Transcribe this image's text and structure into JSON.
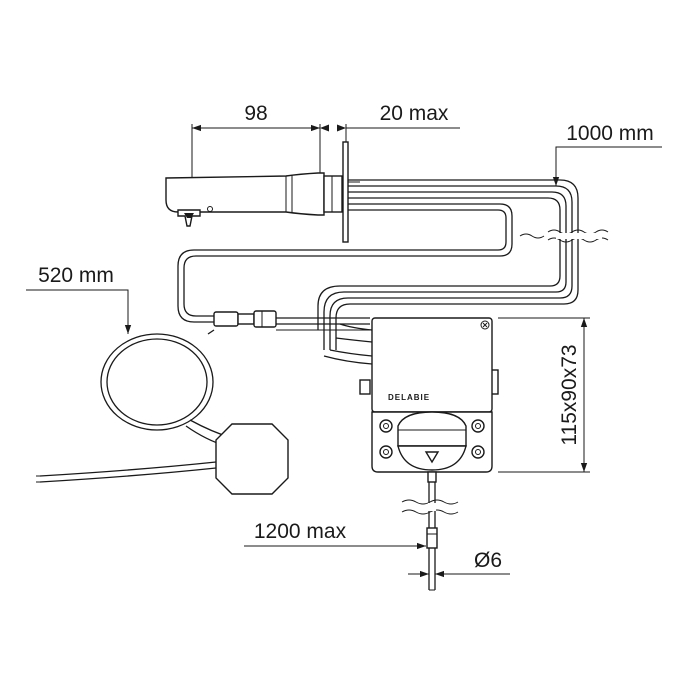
{
  "dimensions": {
    "spout_length": "98",
    "wall_thickness": "20 max",
    "cable_length": "1000 mm",
    "sensor_cable": "520 mm",
    "box_size": "115x90x73",
    "hose_length": "1200 max",
    "hose_diameter": "Ø6"
  },
  "brand": "DELABIE"
}
